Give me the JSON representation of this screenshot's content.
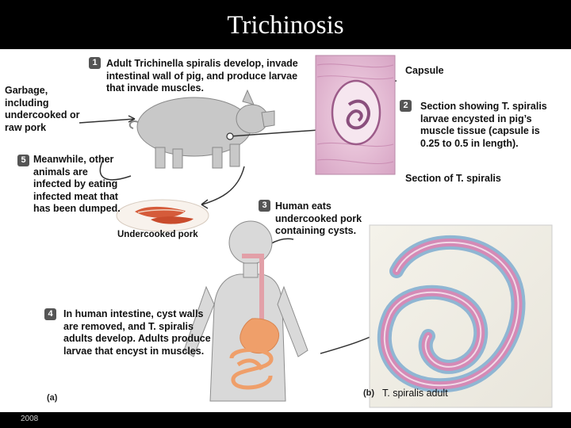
{
  "header": {
    "title": "Trichinosis"
  },
  "diagram": {
    "step1": {
      "number": "1",
      "text": "Adult Trichinella spiralis develop, invade intestinal wall of pig, and produce larvae that invade muscles."
    },
    "garbage": "Garbage, including undercooked or raw pork",
    "step5": {
      "number": "5",
      "text": "Meanwhile, other animals are infected by eating infected meat that has been dumped."
    },
    "capsule": "Capsule",
    "step2": {
      "number": "2",
      "text": "Section showing T. spiralis larvae encysted in pig’s muscle tissue (capsule is 0.25 to 0.5 in length)."
    },
    "section": "Section of T. spiralis",
    "step3": {
      "number": "3",
      "text": "Human eats undercooked pork containing cysts."
    },
    "undercooked": "Undercooked pork",
    "step4": {
      "number": "4",
      "text": "In human intestine, cyst walls are removed, and T. spiralis adults develop. Adults produce larvae that encyst in muscles."
    },
    "panel_a": "(a)",
    "panel_b": "(b)",
    "adult_caption": "T. spiralis adult"
  },
  "footer": {
    "year": "2008"
  }
}
